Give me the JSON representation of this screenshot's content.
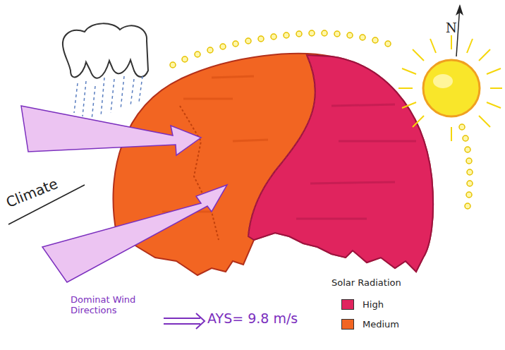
{
  "diagram": {
    "labels": [
      "N",
      "Climate",
      "Dominat Wind Directions",
      "AYS= 9.8 m/s",
      "Solar Radiation"
    ],
    "legend": [
      {
        "text": "High",
        "color": "#e0245e"
      },
      {
        "text": "Medium",
        "color": "#f26522"
      }
    ]
  }
}
